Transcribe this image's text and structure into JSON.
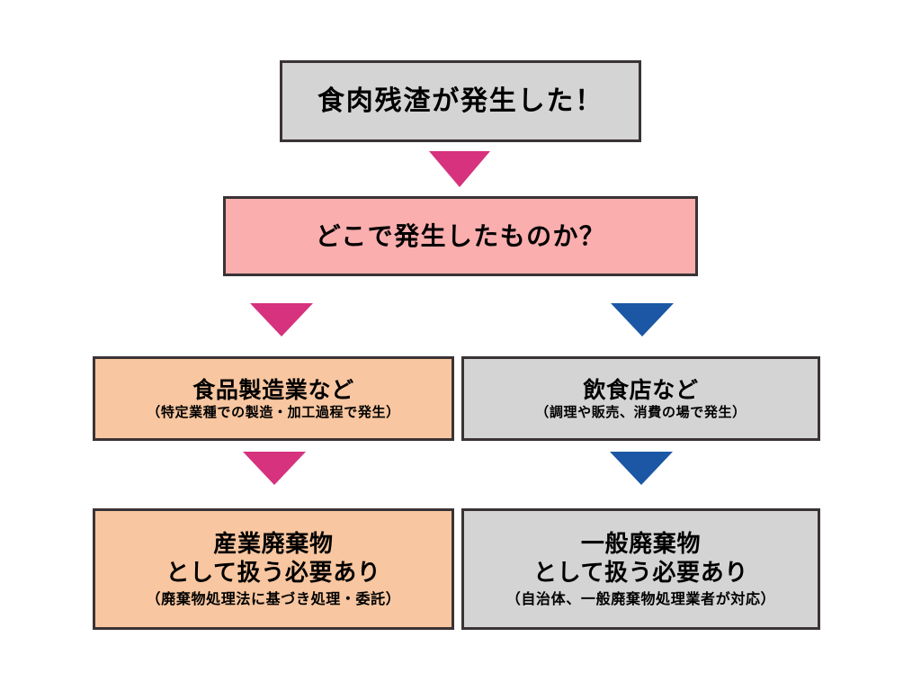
{
  "diagram": {
    "type": "flowchart",
    "orientation": "top-down",
    "background_color": "#ffffff",
    "colors": {
      "gray_fill": "#d4d4d4",
      "pink_fill": "#fbaeae",
      "peach_fill": "#f8c6a0",
      "border": "#3a3335",
      "arrow_pink": "#d6327e",
      "arrow_blue": "#1b57a5"
    },
    "nodes": {
      "start": {
        "title": "食肉残渣が発生した！",
        "subtitle": ""
      },
      "question": {
        "title": "どこで発生したものか？",
        "subtitle": ""
      },
      "manufacturer": {
        "title": "食品製造業など",
        "subtitle": "（特定業種での製造・加工過程で発生）"
      },
      "restaurant": {
        "title": "飲食店など",
        "subtitle": "（調理や販売、消費の場で発生）"
      },
      "industrial_waste": {
        "title_line1": "産業廃棄物",
        "title_line2": "として扱う必要あり",
        "subtitle": "（廃棄物処理法に基づき処理・委託）"
      },
      "general_waste": {
        "title_line1": "一般廃棄物",
        "title_line2": "として扱う必要あり",
        "subtitle": "（自治体、一般廃棄物処理業者が対応）"
      }
    },
    "arrows": [
      {
        "name": "start-to-question",
        "color": "#d6327e",
        "direction": "down"
      },
      {
        "name": "question-to-manufacturer",
        "color": "#d6327e",
        "direction": "down"
      },
      {
        "name": "question-to-restaurant",
        "color": "#1b57a5",
        "direction": "down"
      },
      {
        "name": "manufacturer-to-industrial",
        "color": "#d6327e",
        "direction": "down"
      },
      {
        "name": "restaurant-to-general",
        "color": "#1b57a5",
        "direction": "down"
      }
    ]
  }
}
